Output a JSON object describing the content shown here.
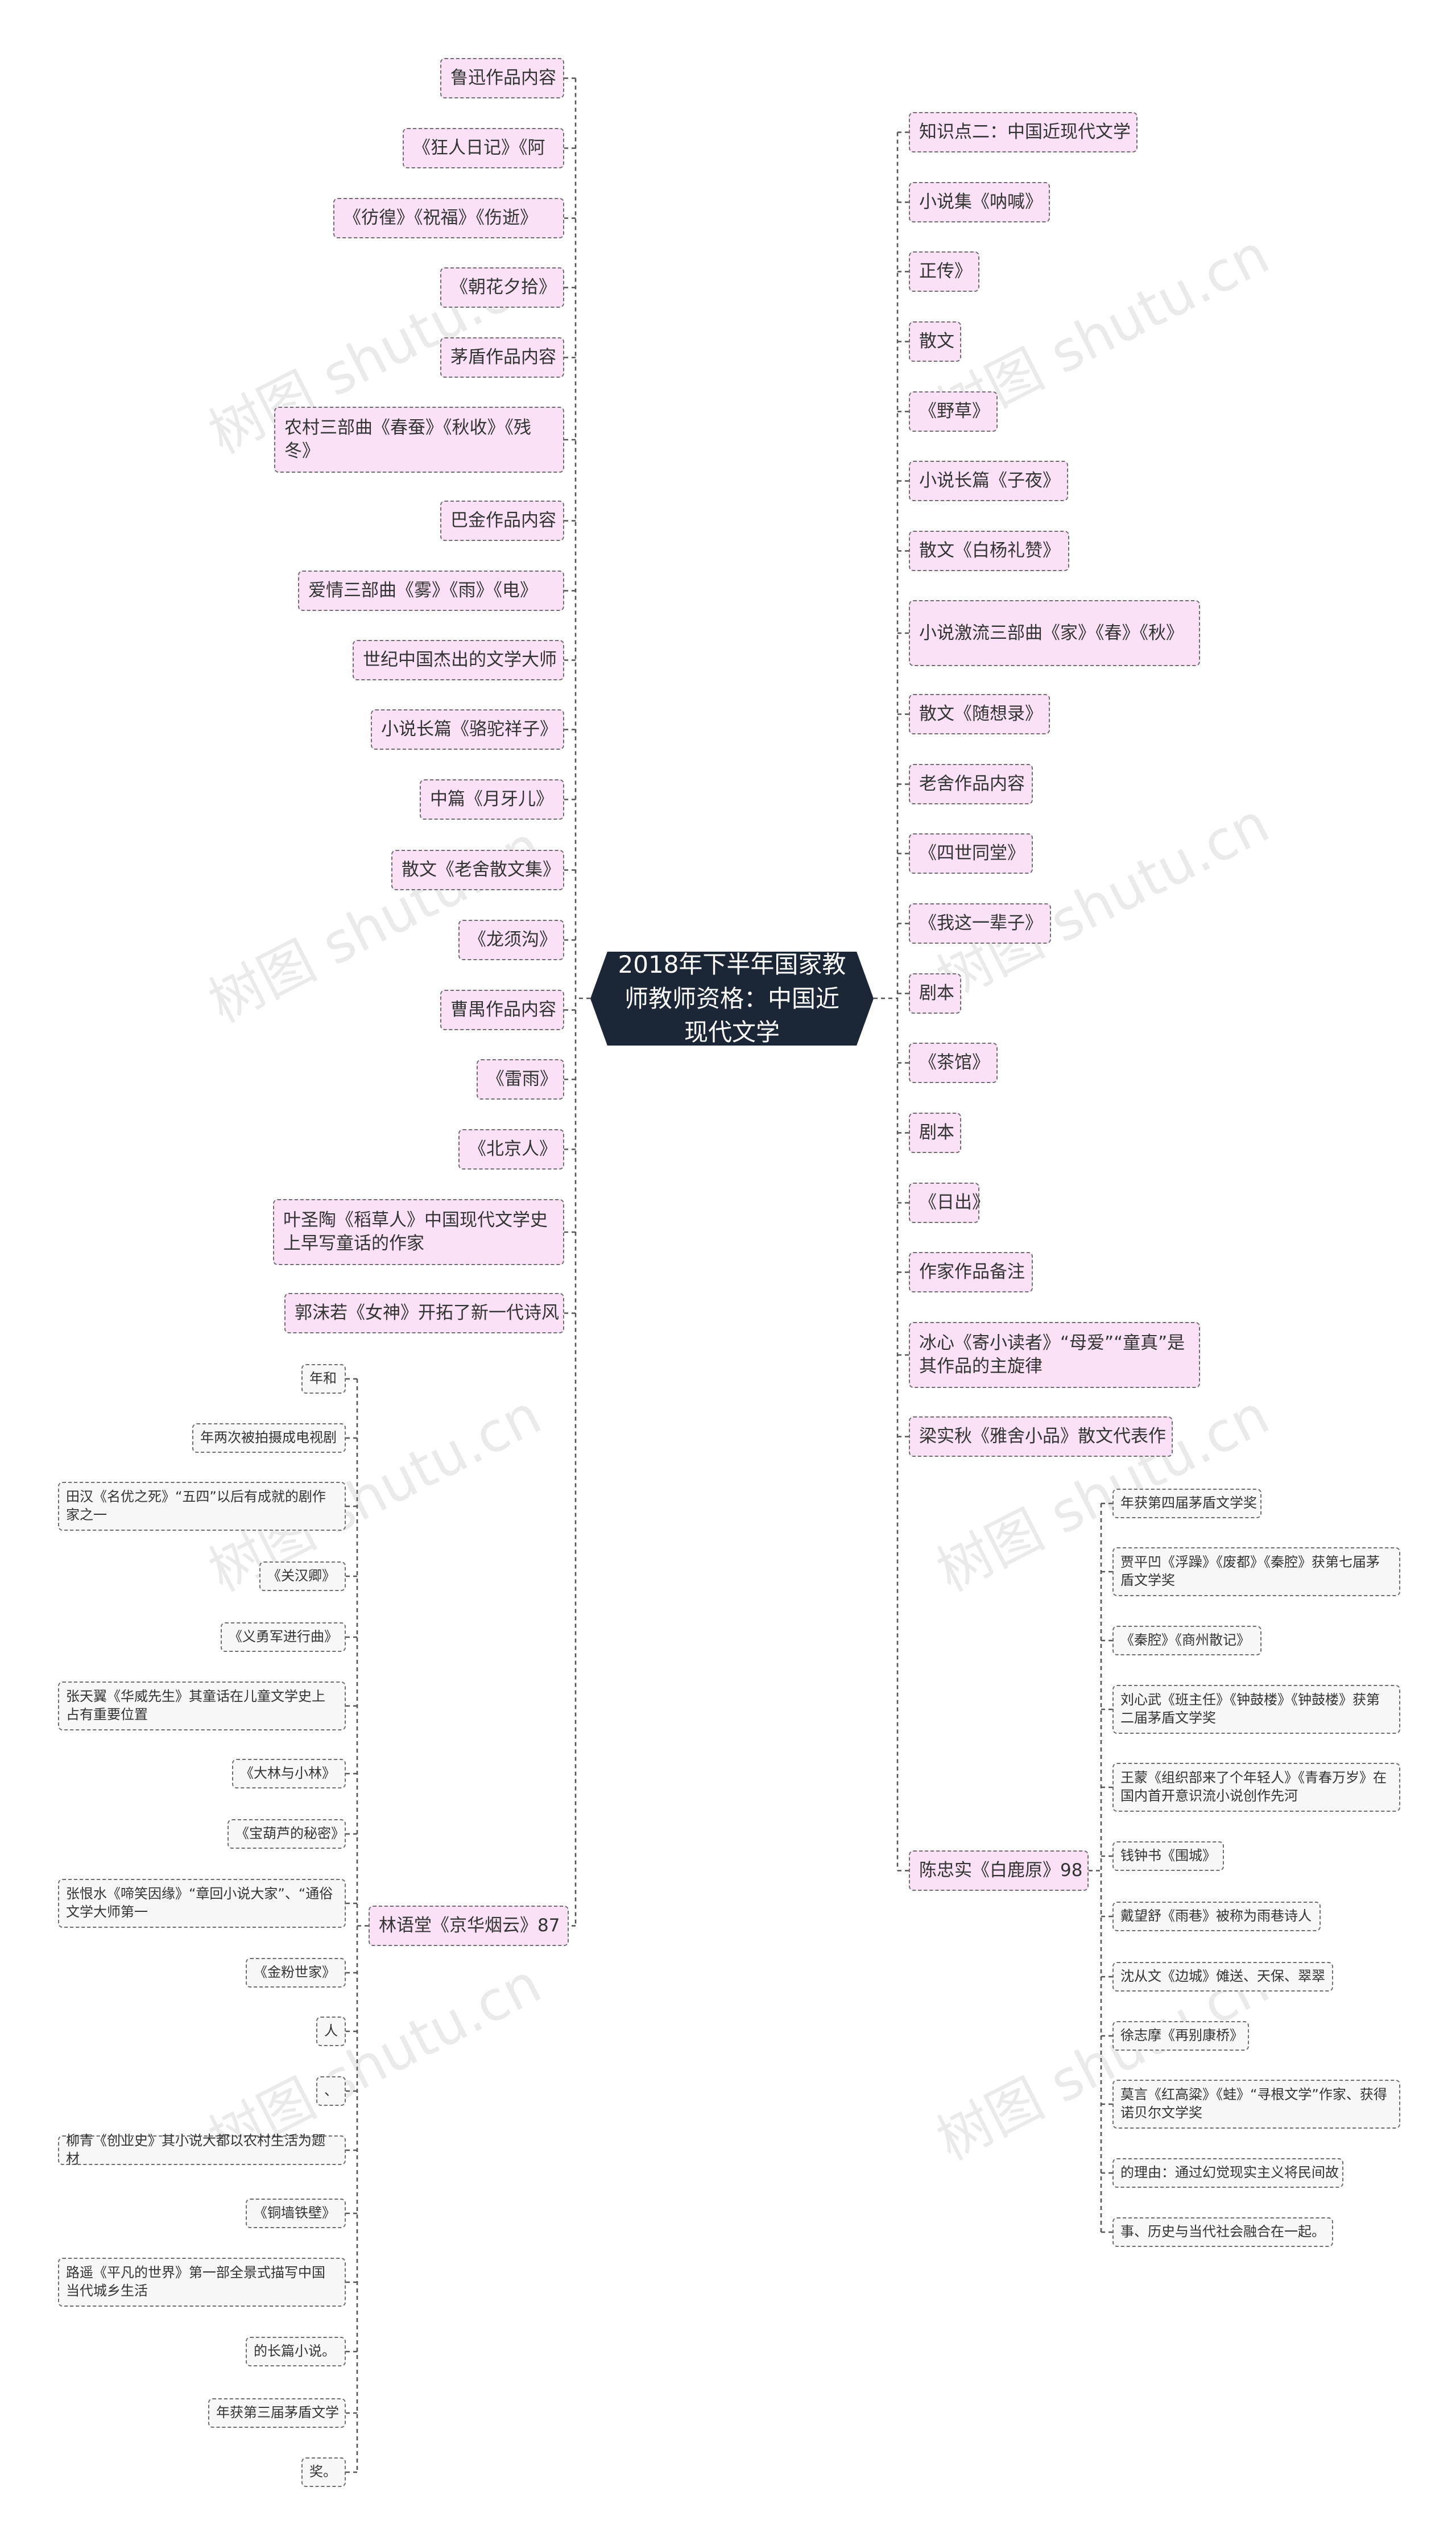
{
  "root": {
    "label": "2018年下半年国家教师教师资格：中国近现代文学"
  },
  "left_nodes": [
    "鲁迅作品内容",
    "《狂人日记》《阿",
    "《彷徨》《祝福》《伤逝》",
    "《朝花夕拾》",
    "茅盾作品内容",
    "农村三部曲《春蚕》《秋收》《残冬》",
    "巴金作品内容",
    "爱情三部曲《雾》《雨》《电》",
    "世纪中国杰出的文学大师",
    "小说长篇《骆驼祥子》",
    "中篇《月牙儿》",
    "散文《老舍散文集》",
    "《龙须沟》",
    "曹禺作品内容",
    "《雷雨》",
    "《北京人》",
    "叶圣陶《稻草人》中国现代文学史上早写童话的作家",
    "郭沫若《女神》开拓了新一代诗风",
    "林语堂《京华烟云》87"
  ],
  "left_children": [
    "年和",
    "年两次被拍摄成电视剧",
    "田汉《名优之死》“五四”以后有成就的剧作家之一",
    "《关汉卿》",
    "《义勇军进行曲》",
    "张天翼《华威先生》其童话在儿童文学史上占有重要位置",
    "《大林与小林》",
    "《宝葫芦的秘密》",
    "张恨水《啼笑因缘》“章回小说大家”、“通俗文学大师第一",
    "《金粉世家》",
    "人",
    "、",
    "柳青《创业史》其小说大都以农村生活为题材",
    "《铜墙铁壁》",
    "路遥《平凡的世界》第一部全景式描写中国当代城乡生活",
    "的长篇小说。",
    "年获第三届茅盾文学",
    "奖。"
  ],
  "right_nodes": [
    "知识点二：中国近现代文学",
    "小说集《呐喊》",
    "正传》",
    "散文",
    "《野草》",
    "小说长篇《子夜》",
    "散文《白杨礼赞》",
    "小说激流三部曲《家》《春》《秋》",
    "散文《随想录》",
    "老舍作品内容",
    "《四世同堂》",
    "《我这一辈子》",
    "剧本",
    "《茶馆》",
    "剧本",
    "《日出》",
    "作家作品备注",
    "冰心《寄小读者》“母爱”“童真”是其作品的主旋律",
    "梁实秋《雅舍小品》散文代表作",
    "陈忠实《白鹿原》98"
  ],
  "right_children": [
    "年获第四届茅盾文学奖",
    "贾平凹《浮躁》《废都》《秦腔》获第七届茅盾文学奖",
    "《秦腔》《商州散记》",
    "刘心武《班主任》《钟鼓楼》《钟鼓楼》获第二届茅盾文学奖",
    "王蒙《组织部来了个年轻人》《青春万岁》在国内首开意识流小说创作先河",
    "钱钟书《围城》",
    "戴望舒《雨巷》被称为雨巷诗人",
    "沈从文《边城》傩送、天保、翠翠",
    "徐志摩《再别康桥》",
    "莫言《红高粱》《蛙》“寻根文学”作家、获得诺贝尔文学奖",
    "的理由：通过幻觉现实主义将民间故",
    "事、历史与当代社会融合在一起。"
  ],
  "watermark_text": "树图 shutu.cn",
  "colors": {
    "root_bg": "#1b2736",
    "node_pink": "#fbe1f5",
    "node_grey": "#f7f7f7",
    "border": "#6e6e6e",
    "connector": "#555555"
  }
}
